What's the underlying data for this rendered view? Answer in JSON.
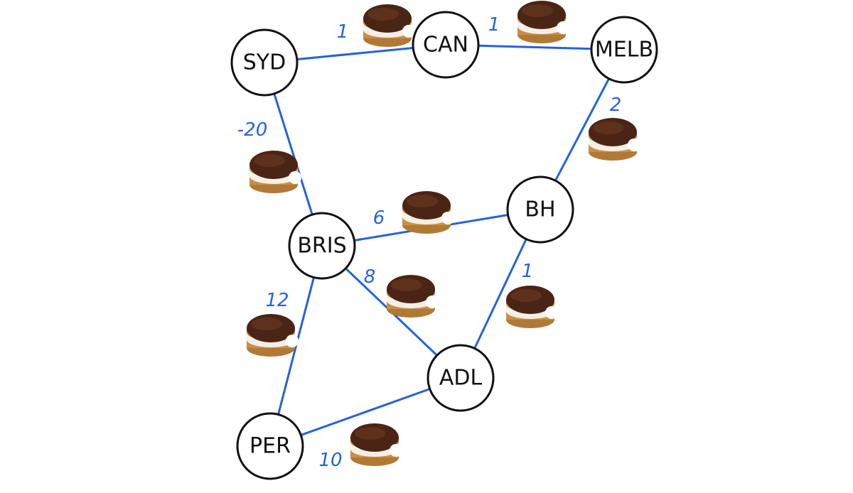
{
  "graph": {
    "edge_color": "#2563d9",
    "node_stroke": "#111111",
    "cookie_icon": "chocolate-biscuit-icon",
    "nodes": [
      {
        "id": "SYD",
        "label": "SYD"
      },
      {
        "id": "CAN",
        "label": "CAN"
      },
      {
        "id": "MELB",
        "label": "MELB"
      },
      {
        "id": "BH",
        "label": "BH"
      },
      {
        "id": "BRIS",
        "label": "BRIS"
      },
      {
        "id": "ADL",
        "label": "ADL"
      },
      {
        "id": "PER",
        "label": "PER"
      }
    ],
    "edges": [
      {
        "from": "SYD",
        "to": "CAN",
        "weight": "1"
      },
      {
        "from": "CAN",
        "to": "MELB",
        "weight": "1"
      },
      {
        "from": "MELB",
        "to": "BH",
        "weight": "2"
      },
      {
        "from": "SYD",
        "to": "BRIS",
        "weight": "-20"
      },
      {
        "from": "BRIS",
        "to": "BH",
        "weight": "6"
      },
      {
        "from": "BRIS",
        "to": "ADL",
        "weight": "8"
      },
      {
        "from": "BH",
        "to": "ADL",
        "weight": "1"
      },
      {
        "from": "BRIS",
        "to": "PER",
        "weight": "12"
      },
      {
        "from": "PER",
        "to": "ADL",
        "weight": "10"
      }
    ]
  }
}
